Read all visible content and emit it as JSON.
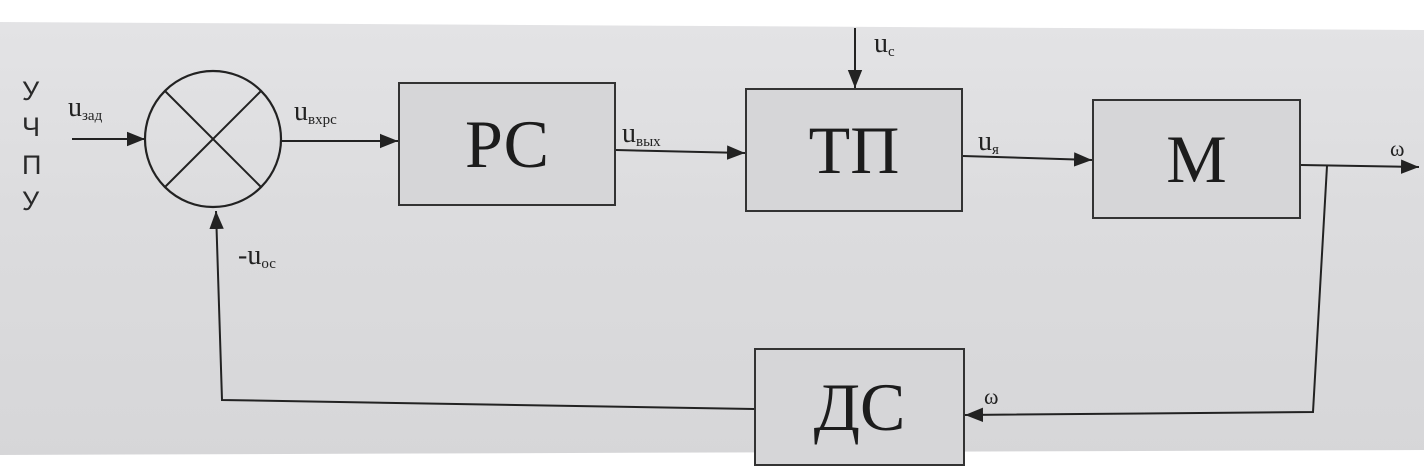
{
  "diagram": {
    "side_letters": [
      "У",
      "Ч",
      "П",
      "У"
    ],
    "blocks": {
      "rs": "РС",
      "tp": "ТП",
      "m": "М",
      "ds": "ДС"
    },
    "signals": {
      "u_zad": {
        "main": "u",
        "sub": "зад"
      },
      "u_vh_rs": {
        "main": "u",
        "sub": "вхрс"
      },
      "u_vyh": {
        "main": "u",
        "sub": "вых"
      },
      "u_s": {
        "main": "u",
        "sub": "c"
      },
      "u_ya": {
        "main": "u",
        "sub": "я"
      },
      "u_os": {
        "main": "-u",
        "sub": "ос"
      },
      "omega_out": "ω",
      "omega_fb": "ω"
    }
  }
}
